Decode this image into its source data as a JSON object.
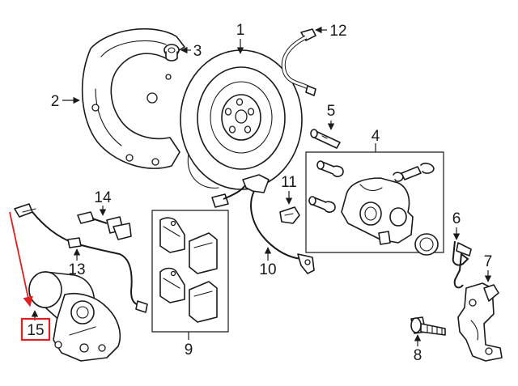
{
  "diagram": {
    "callouts": [
      {
        "id": "c1",
        "label": "1"
      },
      {
        "id": "c2",
        "label": "2"
      },
      {
        "id": "c3",
        "label": "3"
      },
      {
        "id": "c4",
        "label": "4"
      },
      {
        "id": "c5",
        "label": "5"
      },
      {
        "id": "c6",
        "label": "6"
      },
      {
        "id": "c7",
        "label": "7"
      },
      {
        "id": "c8",
        "label": "8"
      },
      {
        "id": "c9",
        "label": "9"
      },
      {
        "id": "c10",
        "label": "10"
      },
      {
        "id": "c11",
        "label": "11"
      },
      {
        "id": "c12",
        "label": "12"
      },
      {
        "id": "c13",
        "label": "13"
      },
      {
        "id": "c14",
        "label": "14"
      },
      {
        "id": "c15",
        "label": "15"
      }
    ],
    "highlight": {
      "callout": "15",
      "color": "#e02020"
    }
  }
}
